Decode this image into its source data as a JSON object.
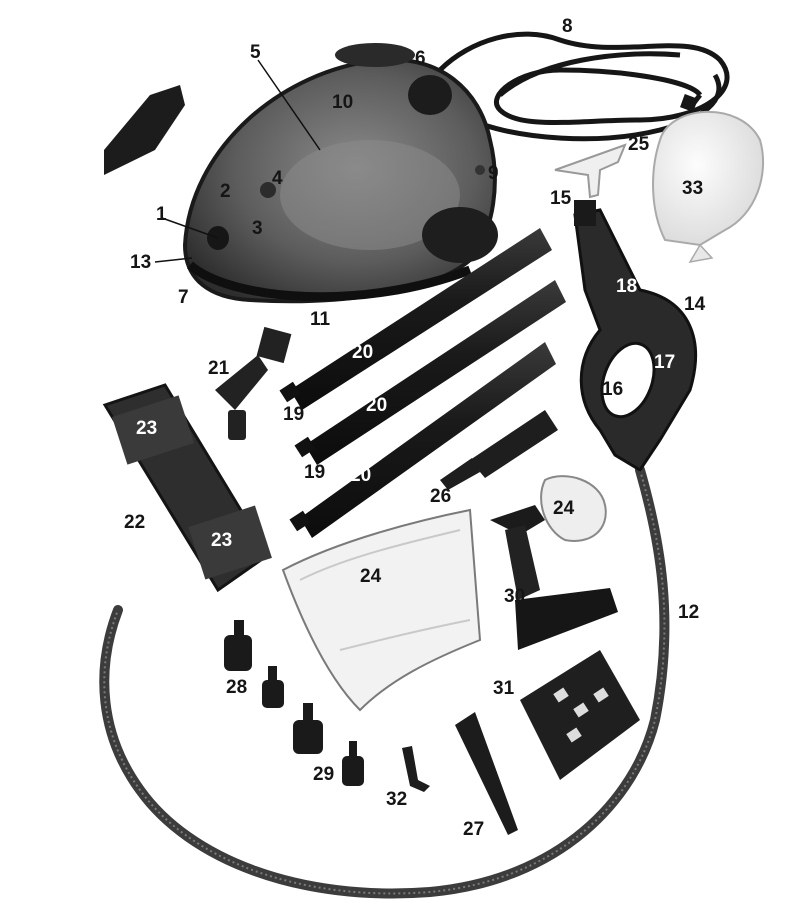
{
  "callouts": {
    "c1": "1",
    "c2": "2",
    "c3": "3",
    "c4": "4",
    "c5": "5",
    "c6": "6",
    "c7": "7",
    "c8": "8",
    "c9": "9",
    "c10": "10",
    "c11": "11",
    "c12": "12",
    "c13": "13",
    "c14": "14",
    "c15": "15",
    "c16": "16",
    "c17": "17",
    "c18": "18",
    "c19a": "19",
    "c19b": "19",
    "c20a": "20",
    "c20b": "20",
    "c20c": "20",
    "c21": "21",
    "c22": "22",
    "c23a": "23",
    "c23b": "23",
    "c24a": "24",
    "c24b": "24",
    "c25": "25",
    "c26": "26",
    "c27": "27",
    "c28": "28",
    "c29": "29",
    "c30": "30",
    "c31": "31",
    "c32": "32",
    "c33": "33"
  }
}
